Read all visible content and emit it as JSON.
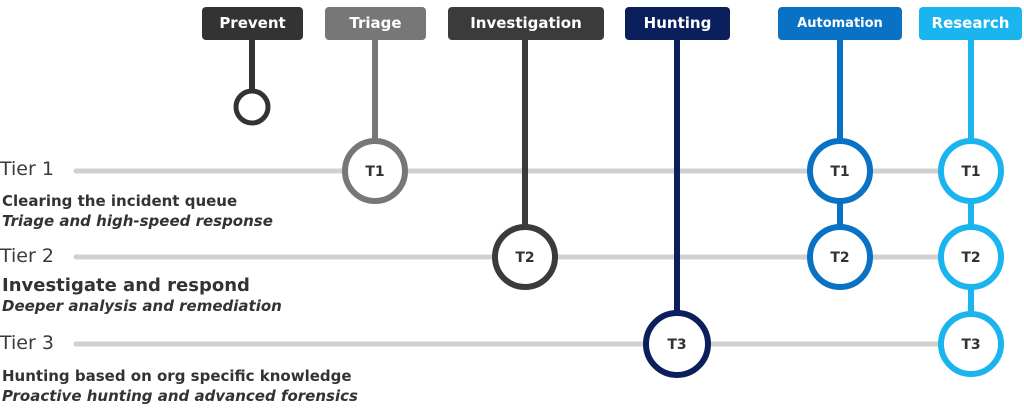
{
  "tiers": [
    {
      "label": "Tier 1",
      "title": "Clearing the incident queue",
      "subtitle": "Triage and high-speed response"
    },
    {
      "label": "Tier 2",
      "title": "Investigate and respond",
      "subtitle": "Deeper analysis and remediation"
    },
    {
      "label": "Tier 3",
      "title": "Hunting based on org specific knowledge",
      "subtitle": "Proactive hunting and advanced forensics"
    }
  ],
  "columns": [
    {
      "label": "Prevent",
      "color": "#333333",
      "nodes": []
    },
    {
      "label": "Triage",
      "color": "#777777",
      "nodes": [
        "T1"
      ]
    },
    {
      "label": "Investigation",
      "color": "#3b3b3b",
      "nodes": [
        "T2"
      ]
    },
    {
      "label": "Hunting",
      "color": "#0a1f5c",
      "nodes": [
        "T3"
      ]
    },
    {
      "label": "Automation",
      "color": "#0a72c4",
      "nodes": [
        "T1",
        "T2"
      ]
    },
    {
      "label": "Research",
      "color": "#1ab4ef",
      "nodes": [
        "T1",
        "T2",
        "T3"
      ]
    }
  ],
  "tier_line_color": "#d0d0d0"
}
